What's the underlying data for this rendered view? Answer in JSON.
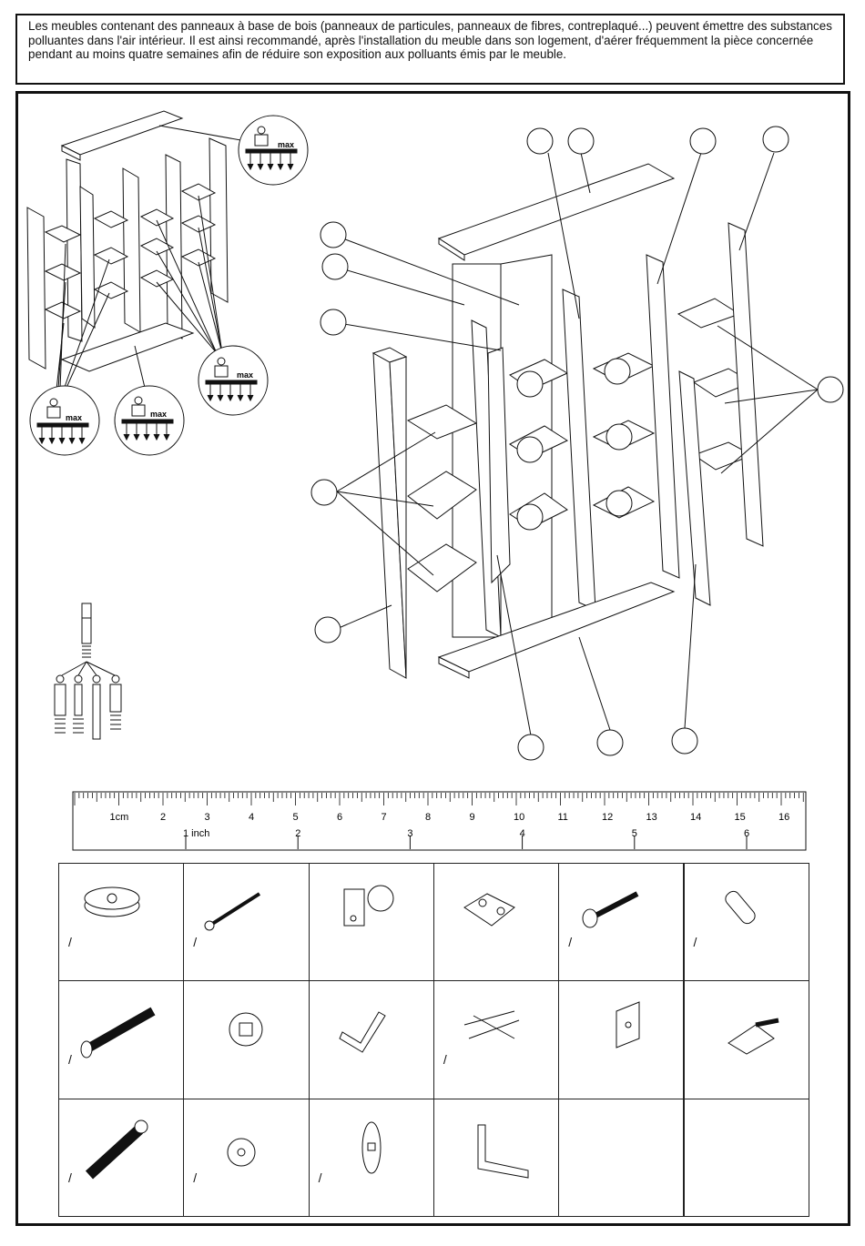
{
  "notice": {
    "text": "Les meubles contenant des panneaux à base de bois (panneaux de particules, panneaux de fibres, contreplaqué...) peuvent émettre des substances polluantes dans l'air intérieur. Il est ainsi recommandé, après l'installation du meuble dans son logement, d'aérer fréquemment la pièce concernée pendant au moins quatre semaines afin de réduire son exposition aux polluants émis par le meuble."
  },
  "weight_labels": {
    "max": "max"
  },
  "ruler": {
    "cm_labels": [
      "1cm",
      "2",
      "3",
      "4",
      "5",
      "6",
      "7",
      "8",
      "9",
      "10",
      "11",
      "12",
      "13",
      "14",
      "15",
      "16"
    ],
    "inch_labels": [
      "1 inch",
      "2",
      "3",
      "4",
      "5",
      "6"
    ]
  },
  "hardware": {
    "qty_marker": "/",
    "items": [
      {
        "name": "foot-glide",
        "icon": "foot-glide-icon"
      },
      {
        "name": "wood-screw",
        "icon": "wood-screw-icon"
      },
      {
        "name": "hinge",
        "icon": "hinge-icon"
      },
      {
        "name": "hinge-plate",
        "icon": "hinge-plate-icon"
      },
      {
        "name": "flat-screw",
        "icon": "flat-screw-icon"
      },
      {
        "name": "wooden-dowel",
        "icon": "dowel-icon"
      },
      {
        "name": "cam-bolt",
        "icon": "cam-bolt-icon"
      },
      {
        "name": "cam-lock",
        "icon": "cam-lock-icon"
      },
      {
        "name": "allen-key",
        "icon": "allen-key-icon"
      },
      {
        "name": "nails",
        "icon": "nails-icon"
      },
      {
        "name": "wall-bracket",
        "icon": "wall-bracket-icon"
      },
      {
        "name": "corner-connector",
        "icon": "corner-connector-icon"
      },
      {
        "name": "connector-bolt",
        "icon": "connector-bolt-icon"
      },
      {
        "name": "cam-connector",
        "icon": "cam-connector-icon"
      },
      {
        "name": "disc",
        "icon": "disc-icon"
      },
      {
        "name": "angle-bracket",
        "icon": "angle-bracket-icon"
      }
    ]
  }
}
